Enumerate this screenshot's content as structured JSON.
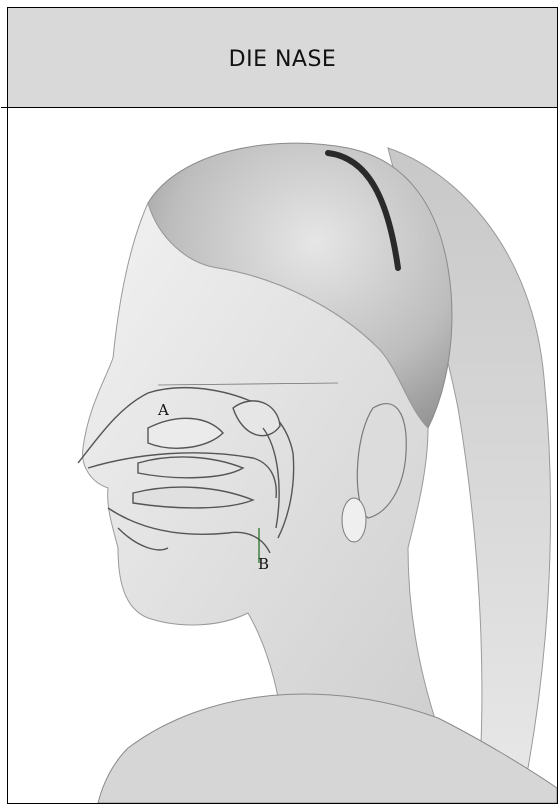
{
  "header": {
    "title": "DIE NASE"
  },
  "figure": {
    "label_a": "A",
    "label_b": "B"
  }
}
